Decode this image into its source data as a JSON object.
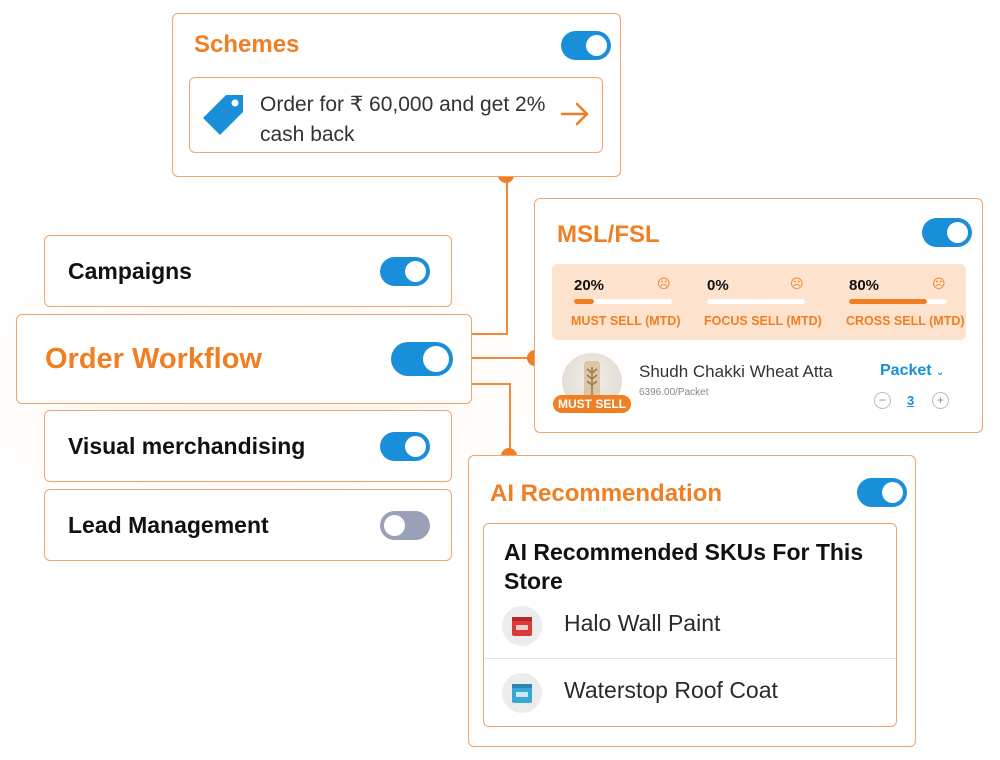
{
  "schemes": {
    "title": "Schemes",
    "toggle_on": true,
    "offer_text": "Order for ₹ 60,000 and get 2% cash back",
    "icon": "tag-icon",
    "action_icon": "arrow-right-icon"
  },
  "workflow": {
    "title": "Order Workflow",
    "toggle_on": true
  },
  "features": [
    {
      "label": "Campaigns",
      "toggle_on": true
    },
    {
      "label": "Visual merchandising",
      "toggle_on": true
    },
    {
      "label": "Lead Management",
      "toggle_on": false
    }
  ],
  "msl": {
    "title": "MSL/FSL",
    "toggle_on": true,
    "metrics": [
      {
        "value": "20%",
        "percent": 20,
        "label": "MUST SELL (MTD)"
      },
      {
        "value": "0%",
        "percent": 0,
        "label": "FOCUS SELL (MTD)"
      },
      {
        "value": "80%",
        "percent": 80,
        "label": "CROSS SELL (MTD)"
      }
    ],
    "product": {
      "name": "Shudh Chakki Wheat Atta",
      "price": "6396.00/Packet",
      "badge": "MUST SELL",
      "unit": "Packet",
      "quantity": "3",
      "minus": "−",
      "plus": "+"
    }
  },
  "ai": {
    "title": "AI Recommendation",
    "toggle_on": true,
    "heading": "AI Recommended SKUs For This Store",
    "skus": [
      {
        "name": "Halo Wall Paint",
        "color": "#d93a3a"
      },
      {
        "name": "Waterstop Roof Coat",
        "color": "#3aa7d9"
      }
    ]
  },
  "colors": {
    "accent": "#f07e22",
    "toggle_on": "#1a8fd9",
    "toggle_off": "#9aa0b8",
    "metric_bg": "#fde3ce"
  }
}
